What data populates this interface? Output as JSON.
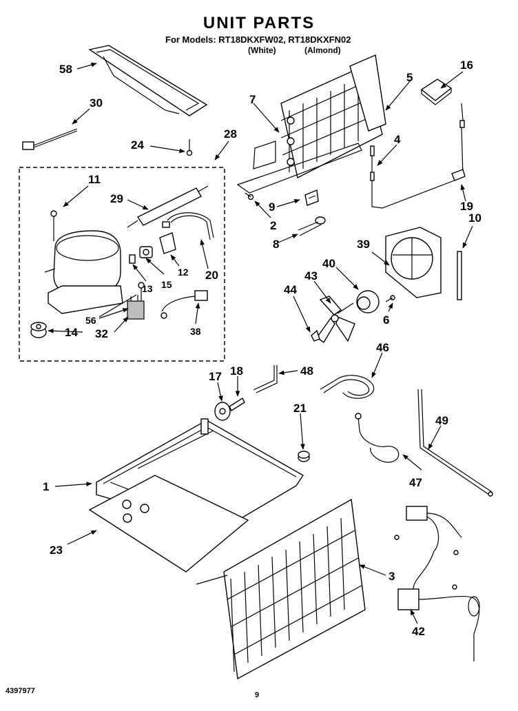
{
  "header": {
    "title": "UNIT PARTS",
    "models_line": "For Models: RT18DKXFW02, RT18DKXFN02",
    "model_white": "(White)",
    "model_almond": "(Almond)"
  },
  "footer": {
    "part_number": "4397977",
    "page_number": "9"
  },
  "callouts": {
    "c1": "1",
    "c2": "2",
    "c3": "3",
    "c4": "4",
    "c5": "5",
    "c6": "6",
    "c7": "7",
    "c8": "8",
    "c9": "9",
    "c10": "10",
    "c11": "11",
    "c12": "12",
    "c13": "13",
    "c14": "14",
    "c15": "15",
    "c16": "16",
    "c17": "17",
    "c18": "18",
    "c19": "19",
    "c20": "20",
    "c21": "21",
    "c23": "23",
    "c24": "24",
    "c28": "28",
    "c29": "29",
    "c30": "30",
    "c32": "32",
    "c38": "38",
    "c39": "39",
    "c40": "40",
    "c42": "42",
    "c43": "43",
    "c44": "44",
    "c46": "46",
    "c47": "47",
    "c48": "48",
    "c49": "49",
    "c56": "56",
    "c58": "58"
  }
}
